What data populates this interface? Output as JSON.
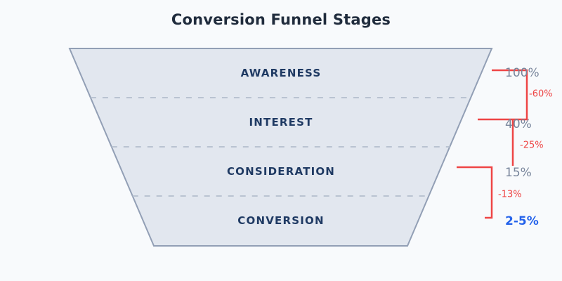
{
  "background": "#f8fafc",
  "chart_data": {
    "type": "funnel",
    "title": "Conversion Funnel Stages",
    "stages": [
      {
        "label": "AWARENESS",
        "value": "100%"
      },
      {
        "label": "INTEREST",
        "value": "40%"
      },
      {
        "label": "CONSIDERATION",
        "value": "15%"
      },
      {
        "label": "CONVERSION",
        "value": "2-5%"
      }
    ],
    "drops": [
      {
        "from": "AWARENESS",
        "to": "INTEREST",
        "change": "-60%"
      },
      {
        "from": "INTEREST",
        "to": "CONSIDERATION",
        "change": "-25%"
      },
      {
        "from": "CONSIDERATION",
        "to": "CONVERSION",
        "change": "-13%"
      }
    ],
    "colors": {
      "title": "#202c3d",
      "funnel_fill": "#e2e7ef",
      "funnel_border": "#929fb5",
      "divider": "#b9c3d1",
      "stage_label": "#1f3a63",
      "value_label": "#78859b",
      "final_value": "#2563eb",
      "drop_annotation": "#ee4545"
    },
    "layout_hints": {
      "legend": "none",
      "grid": "off",
      "value_labels_position": "right",
      "drop_annotations_position": "right-brackets"
    }
  }
}
